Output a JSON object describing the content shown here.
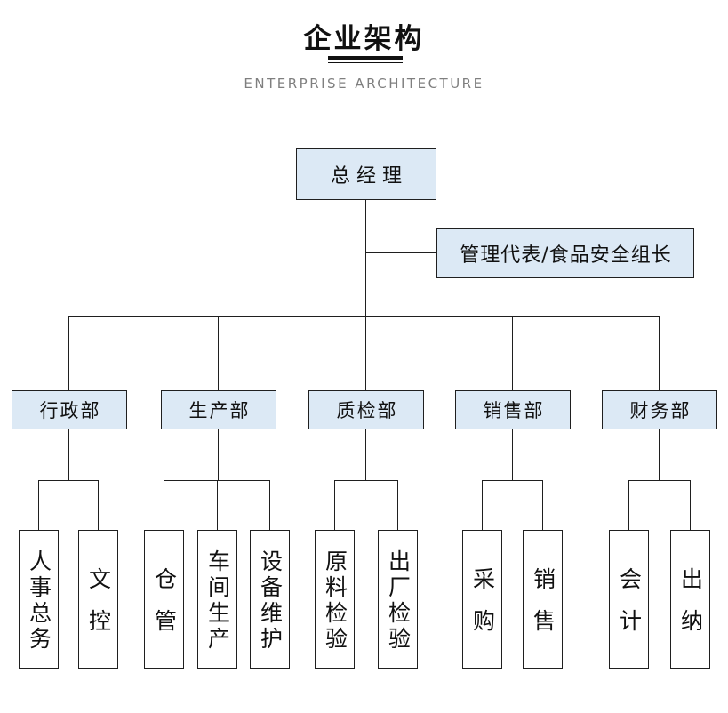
{
  "header": {
    "title": "企业架构",
    "subtitle": "ENTERPRISE ARCHITECTURE"
  },
  "colors": {
    "box_fill": "#dce9f5",
    "box_border": "#1f1f1f",
    "line": "#1f1f1f",
    "subtitle_color": "#7f7f7f"
  },
  "org": {
    "root_label": "总经理",
    "staff_label": "管理代表/食品安全组长",
    "departments": [
      {
        "label": "行政部",
        "children": [
          "人事总务",
          "文控"
        ]
      },
      {
        "label": "生产部",
        "children": [
          "仓管",
          "车间生产",
          "设备维护"
        ]
      },
      {
        "label": "质检部",
        "children": [
          "原料检验",
          "出厂检验"
        ]
      },
      {
        "label": "销售部",
        "children": [
          "采购",
          "销售"
        ]
      },
      {
        "label": "财务部",
        "children": [
          "会计",
          "出纳"
        ]
      }
    ]
  }
}
